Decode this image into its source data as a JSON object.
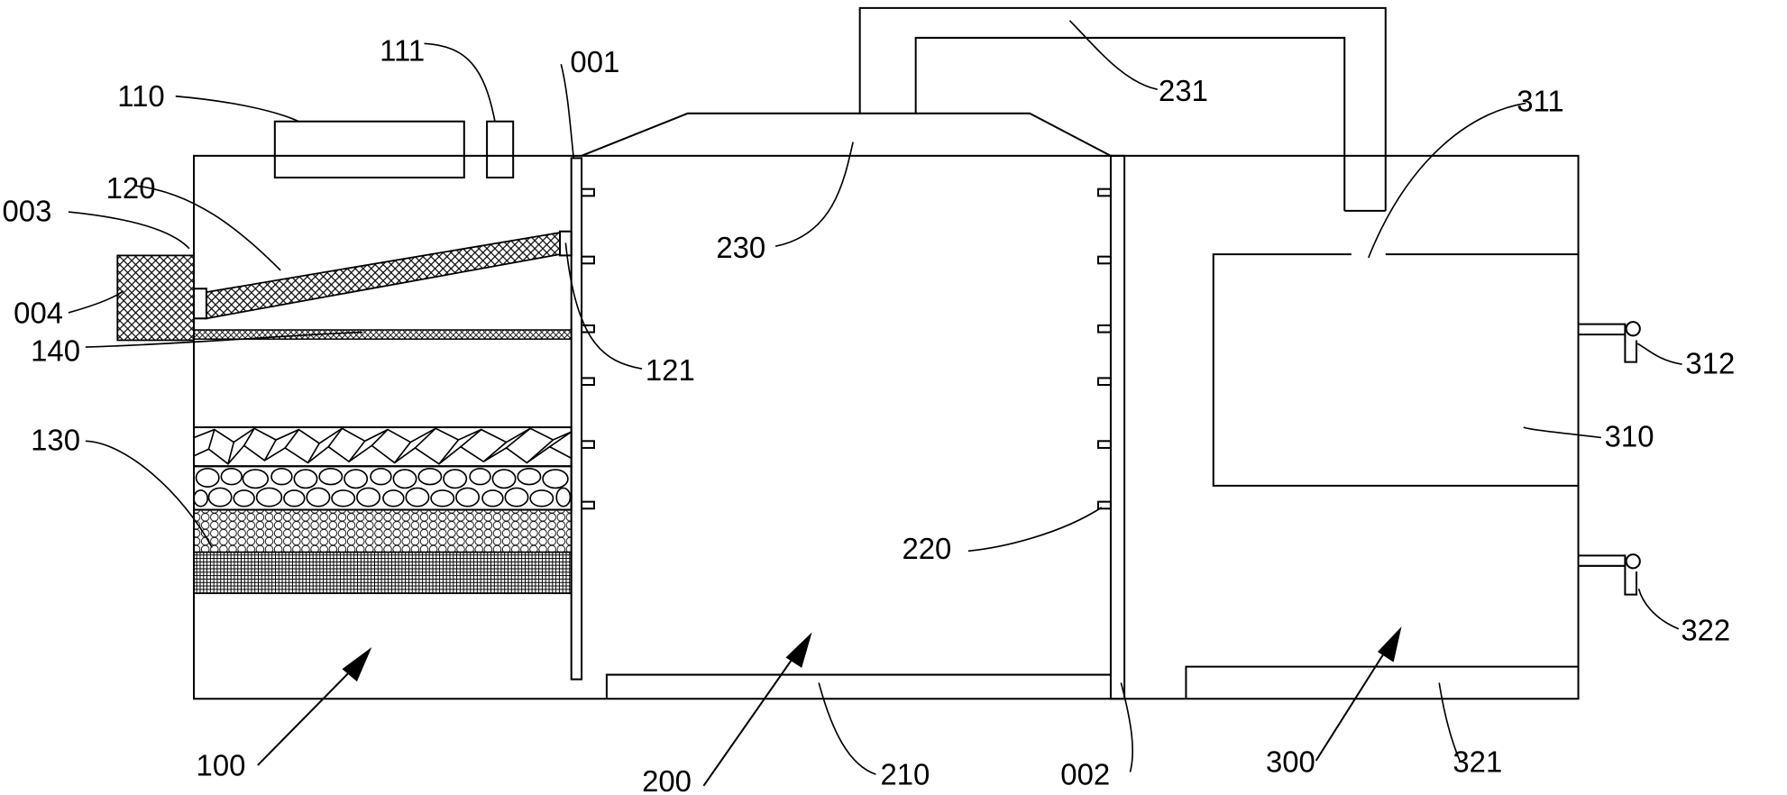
{
  "labels": {
    "l001": "001",
    "l002": "002",
    "l003": "003",
    "l004": "004",
    "l100": "100",
    "l110": "110",
    "l111": "111",
    "l120": "120",
    "l121": "121",
    "l130": "130",
    "l140": "140",
    "l200": "200",
    "l210": "210",
    "l220": "220",
    "l230": "230",
    "l231": "231",
    "l300": "300",
    "l310": "310",
    "l311": "311",
    "l312": "312",
    "l321": "321",
    "l322": "322"
  }
}
